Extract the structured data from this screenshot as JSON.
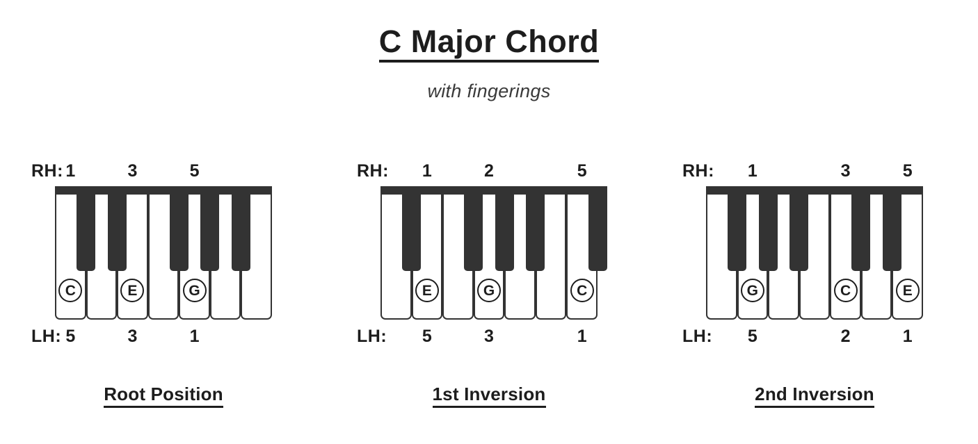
{
  "header": {
    "title": "C Major Chord",
    "subtitle": "with fingerings"
  },
  "colors": {
    "ink": "#1d1d1d",
    "key_outline": "#333333",
    "black_key": "#333333",
    "white_key": "#ffffff",
    "background": "#ffffff"
  },
  "labels": {
    "right_hand": "RH:",
    "left_hand": "LH:"
  },
  "diagrams": [
    {
      "caption": "Root Position",
      "white_key_count": 7,
      "black_key_slots": [
        1,
        2,
        4,
        5,
        6
      ],
      "rh_fingering": [
        "1",
        "3",
        "5"
      ],
      "lh_fingering": [
        "5",
        "3",
        "1"
      ],
      "notes": [
        {
          "name": "C",
          "white_key_index": 1
        },
        {
          "name": "E",
          "white_key_index": 3
        },
        {
          "name": "G",
          "white_key_index": 5
        }
      ]
    },
    {
      "caption": "1st Inversion",
      "white_key_count": 7,
      "black_key_slots": [
        1,
        3,
        4,
        5,
        7
      ],
      "rh_fingering": [
        "1",
        "2",
        "5"
      ],
      "lh_fingering": [
        "5",
        "3",
        "1"
      ],
      "notes": [
        {
          "name": "E",
          "white_key_index": 2
        },
        {
          "name": "G",
          "white_key_index": 4
        },
        {
          "name": "C",
          "white_key_index": 7
        }
      ]
    },
    {
      "caption": "2nd Inversion",
      "white_key_count": 7,
      "black_key_slots": [
        1,
        2,
        3,
        5,
        6
      ],
      "rh_fingering": [
        "1",
        "3",
        "5"
      ],
      "lh_fingering": [
        "5",
        "2",
        "1"
      ],
      "notes": [
        {
          "name": "G",
          "white_key_index": 2
        },
        {
          "name": "C",
          "white_key_index": 5
        },
        {
          "name": "E",
          "white_key_index": 7
        }
      ]
    }
  ]
}
